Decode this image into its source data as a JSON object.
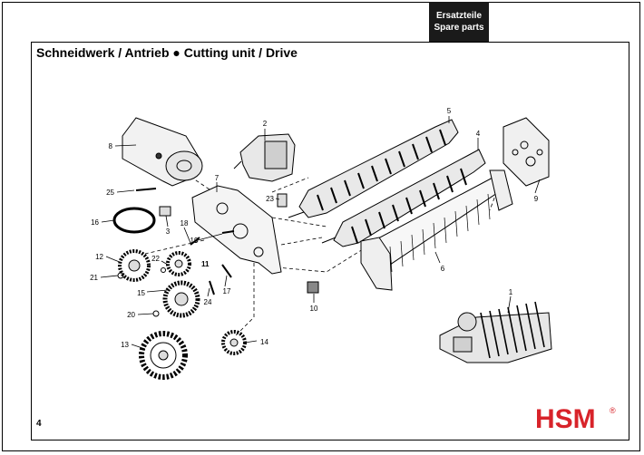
{
  "header": {
    "line1": "Ersatzteile",
    "line2": "Spare parts"
  },
  "title": "Schneidwerk / Antrieb ● Cutting unit / Drive",
  "page_number": "4",
  "logo": {
    "text": "HSM",
    "mark": "®",
    "color": "#d8232a"
  },
  "parts": {
    "p1": "1",
    "p2": "2",
    "p3": "3",
    "p4": "4",
    "p5": "5",
    "p6": "6",
    "p7": "7",
    "p8": "8",
    "p9": "9",
    "p10": "10",
    "p11": "11",
    "p12": "12",
    "p13": "13",
    "p14": "14",
    "p15": "15",
    "p16": "16",
    "p17": "17",
    "p18": "18",
    "p19": "19",
    "p20": "20",
    "p21": "21",
    "p22": "22",
    "p23": "23",
    "p24": "24",
    "p25": "25"
  }
}
